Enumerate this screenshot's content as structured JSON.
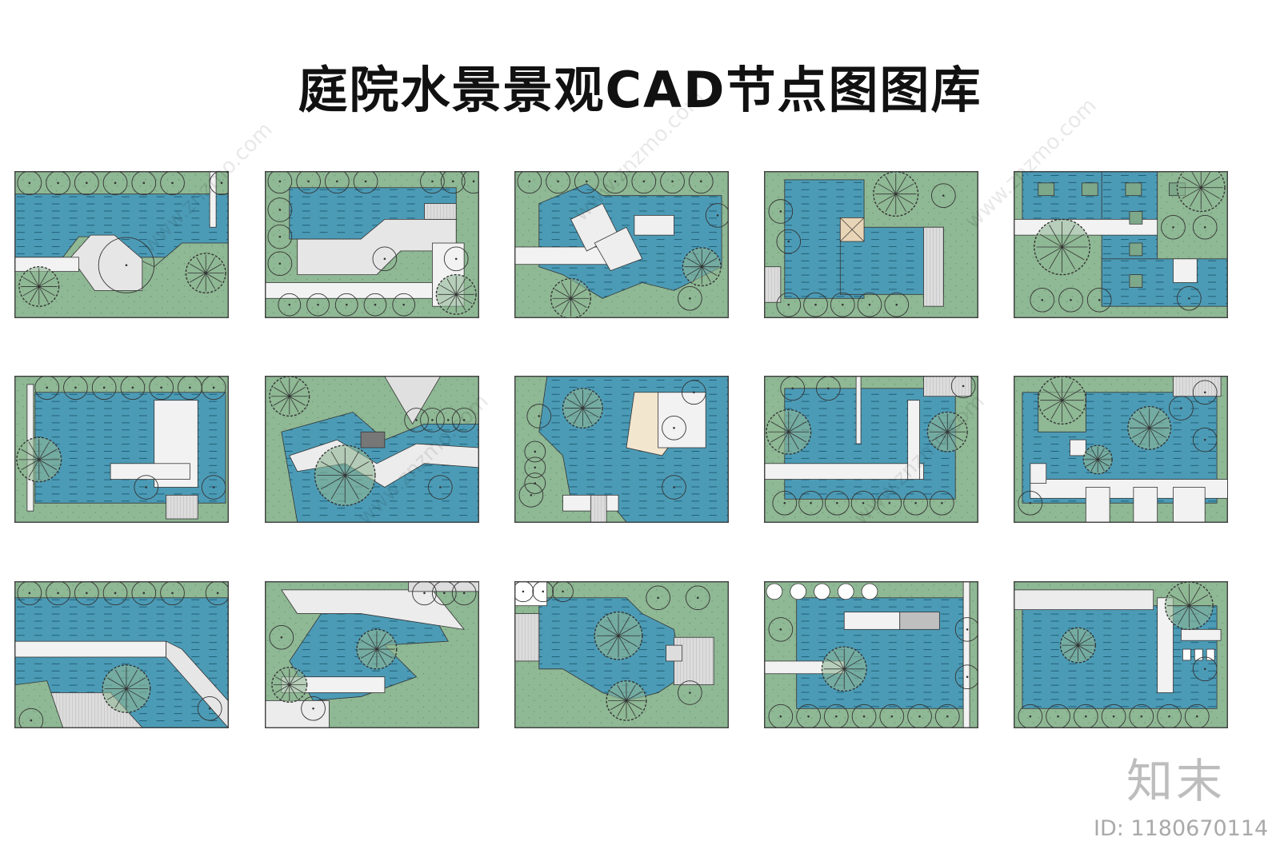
{
  "title": "庭院水景景观CAD节点图图库",
  "watermark": "www.znzmo.com",
  "logo_text": "知末",
  "image_id": "ID: 1180670114",
  "colors": {
    "water": "#4c9bb6",
    "green": "#8fb894",
    "path": "#f2f2f2",
    "deck": "#dcdcdc",
    "outline": "#333333"
  },
  "plans": [
    {
      "variant": 0
    },
    {
      "variant": 1
    },
    {
      "variant": 2
    },
    {
      "variant": 3
    },
    {
      "variant": 4
    },
    {
      "variant": 5
    },
    {
      "variant": 6
    },
    {
      "variant": 7
    },
    {
      "variant": 8
    },
    {
      "variant": 9
    },
    {
      "variant": 10
    },
    {
      "variant": 11
    },
    {
      "variant": 12
    },
    {
      "variant": 13
    },
    {
      "variant": 14
    }
  ]
}
